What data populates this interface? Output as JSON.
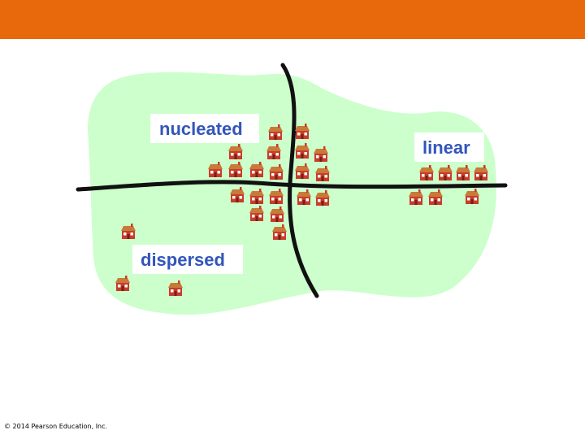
{
  "colors": {
    "top_bar": "#E8690B",
    "land": "#CCFFCC",
    "road": "#111111",
    "label_text": "#3355BB",
    "label_bg": "#FFFFFF",
    "house_roof": "#C87A38",
    "house_body": "#C83C2A",
    "house_window": "#FFFFFF",
    "house_door": "#7A1E12"
  },
  "labels": {
    "nucleated": "nucleated",
    "linear": "linear",
    "dispersed": "dispersed"
  },
  "footer": {
    "copyright": "© 2014 Pearson Education, Inc."
  }
}
